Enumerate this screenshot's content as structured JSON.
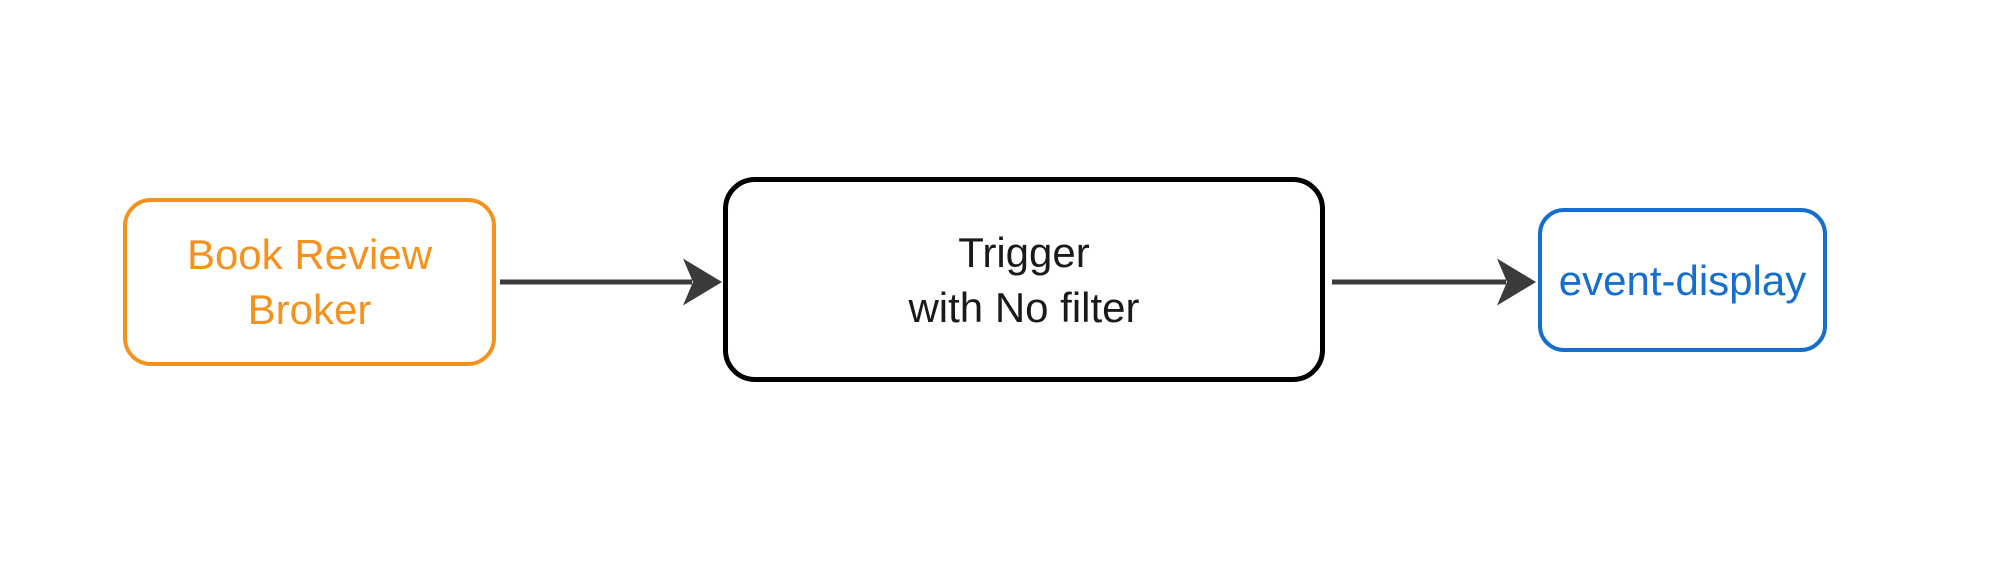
{
  "colors": {
    "canvas-bg": "#ffffff",
    "broker-accent": "#f5921e",
    "trigger-accent": "#000000",
    "trigger-text": "#1a1a1a",
    "event-display-accent": "#146fce",
    "arrow": "#3b3b3b"
  },
  "diagram": {
    "nodes": {
      "broker": {
        "line1": "Book Review",
        "line2": "Broker"
      },
      "trigger": {
        "line1": "Trigger",
        "line2": "with No filter"
      },
      "event_display": {
        "label": "event-display"
      }
    },
    "edges": [
      {
        "from": "broker",
        "to": "trigger"
      },
      {
        "from": "trigger",
        "to": "event_display"
      }
    ]
  }
}
